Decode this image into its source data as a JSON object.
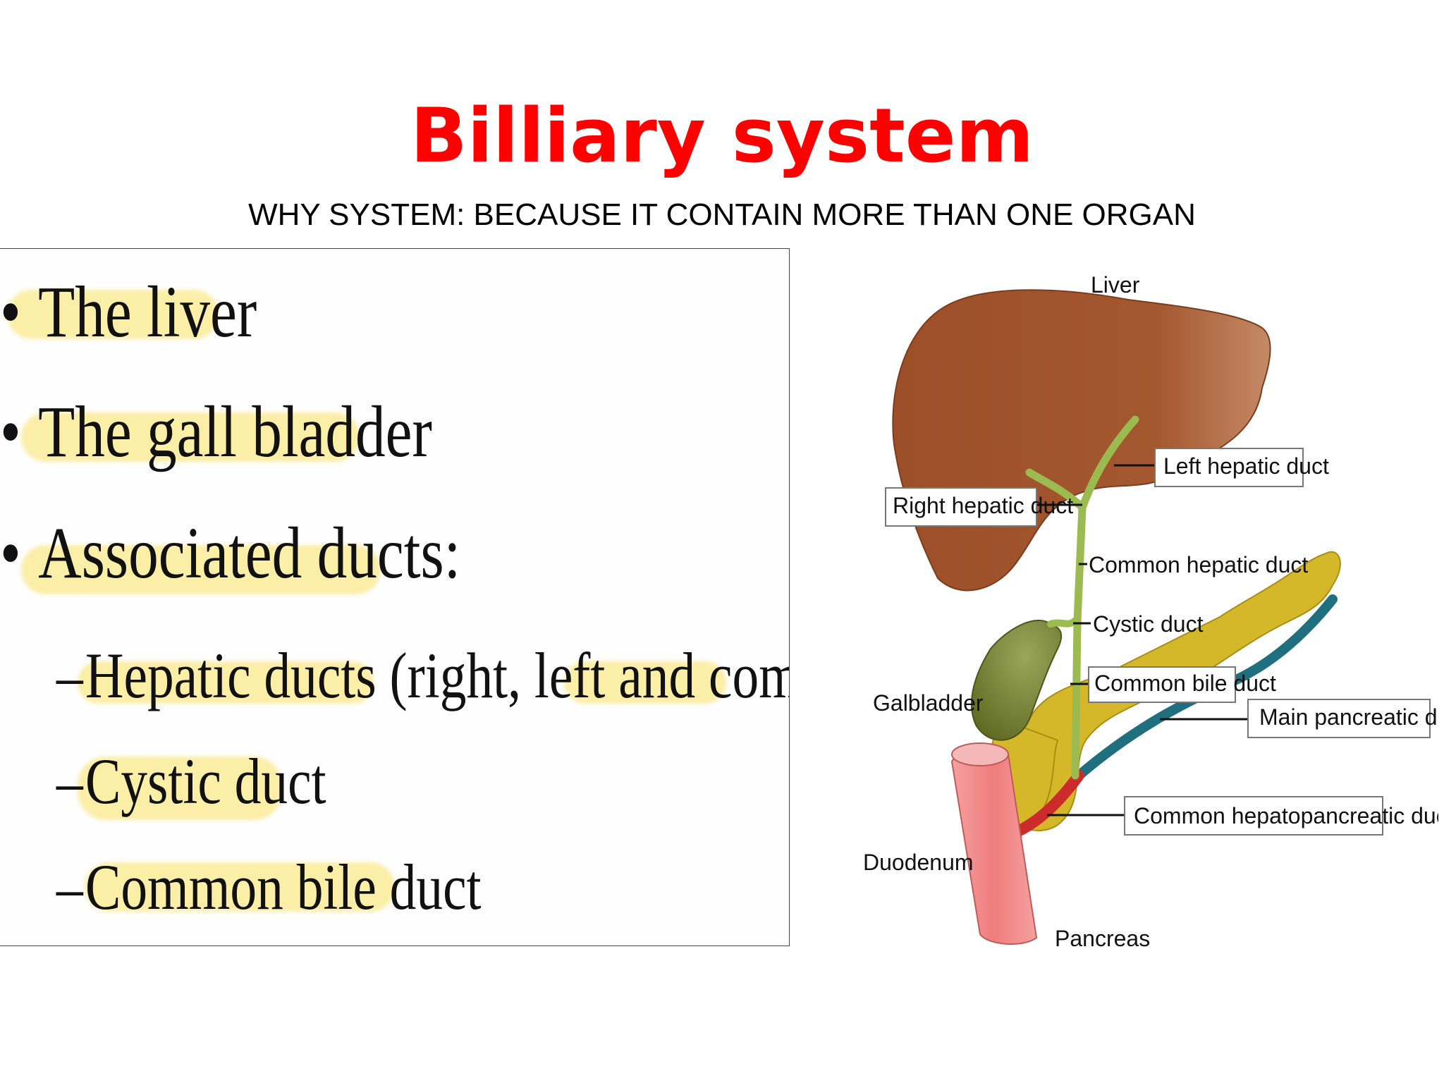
{
  "slide": {
    "title": "Billiary system",
    "subtitle": "WHY SYSTEM: BECAUSE IT CONTAIN MORE THAN ONE ORGAN"
  },
  "bullets": [
    {
      "marker": "•",
      "text": "The liver"
    },
    {
      "marker": "•",
      "text": "The gall bladder"
    },
    {
      "marker": "•",
      "text": "Associated ducts:"
    }
  ],
  "sub_bullets": [
    {
      "marker": "–",
      "text": "Hepatic ducts (right, left and common)"
    },
    {
      "marker": "–",
      "text": "Cystic duct"
    },
    {
      "marker": "–",
      "text": "Common bile duct"
    }
  ],
  "diagram": {
    "labels": {
      "liver": "Liver",
      "left_hepatic_duct": "Left hepatic duct",
      "right_hepatic_duct": "Right hepatic duct",
      "common_hepatic_duct": "Common hepatic duct",
      "cystic_duct": "Cystic duct",
      "common_bile_duct": "Common bile duct",
      "galbladder": "Galbladder",
      "main_pancreatic_duct": "Main pancreatic duct",
      "common_hepatopancreatic_duct": "Common hepatopancreatic duct",
      "duodenum": "Duodenum",
      "pancreas": "Pancreas"
    },
    "colors": {
      "liver": "#a0522d",
      "galbladder": "#6b7a2a",
      "bile_duct": "#9bbb50",
      "pancreas": "#d4b82a",
      "pancreatic_duct": "#1f6f7f",
      "hepatopancreatic_duct": "#cc2b2b",
      "duodenum": "#f08080"
    }
  },
  "highlight_color": "#fbe98a"
}
